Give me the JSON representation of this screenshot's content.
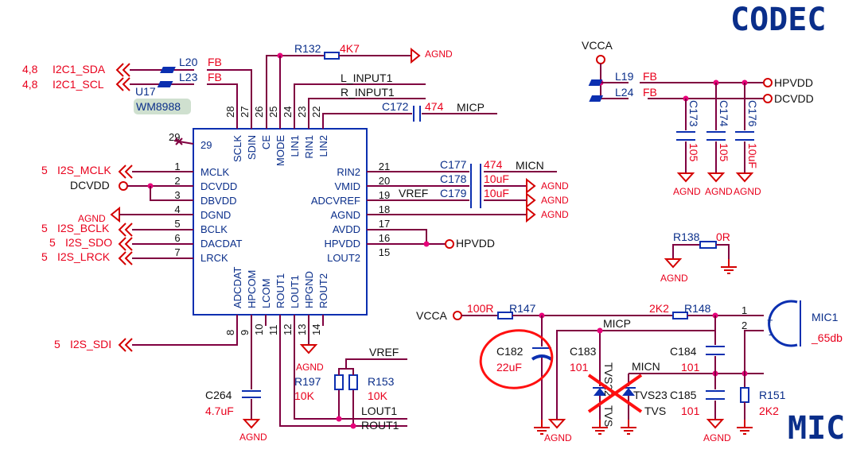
{
  "titles": {
    "codec": "CODEC",
    "mic": "MIC"
  },
  "chip": {
    "ref": "U17",
    "part": "WM8988",
    "left_pins": [
      {
        "num": "1",
        "name": "MCLK"
      },
      {
        "num": "2",
        "name": "DCVDD"
      },
      {
        "num": "3",
        "name": "DBVDD"
      },
      {
        "num": "4",
        "name": "DGND"
      },
      {
        "num": "5",
        "name": "BCLK"
      },
      {
        "num": "6",
        "name": "DACDAT"
      },
      {
        "num": "7",
        "name": "LRCK"
      }
    ],
    "right_pins": [
      {
        "num": "21",
        "name": "RIN2"
      },
      {
        "num": "20",
        "name": "VMID"
      },
      {
        "num": "19",
        "name": "ADCVREF"
      },
      {
        "num": "18",
        "name": "AGND"
      },
      {
        "num": "17",
        "name": "AVDD"
      },
      {
        "num": "16",
        "name": "HPVDD"
      },
      {
        "num": "15",
        "name": "LOUT2"
      }
    ],
    "top_pins": [
      {
        "num": "28",
        "name": "SCLK"
      },
      {
        "num": "27",
        "name": "SDIN"
      },
      {
        "num": "26",
        "name": "CE"
      },
      {
        "num": "25",
        "name": "MODE"
      },
      {
        "num": "24",
        "name": "LIN1"
      },
      {
        "num": "23",
        "name": "RIN1"
      },
      {
        "num": "22",
        "name": "LIN2"
      }
    ],
    "bottom_pins": [
      {
        "num": "8",
        "name": "ADCDAT"
      },
      {
        "num": "9",
        "name": "HPCOM"
      },
      {
        "num": "10",
        "name": "LCOM"
      },
      {
        "num": "11",
        "name": "ROUT1"
      },
      {
        "num": "12",
        "name": "LOUT1"
      },
      {
        "num": "13",
        "name": "HPGND"
      },
      {
        "num": "14",
        "name": "ROUT2"
      }
    ],
    "pin29": "29",
    "pin29_inner": "29"
  },
  "nets": {
    "i2c_sda": "I2C1_SDA",
    "i2c_sda_ref": "4,8",
    "i2c_scl": "I2C1_SCL",
    "i2c_scl_ref": "4,8",
    "mclk": "I2S_MCLK",
    "mclk_ref": "5",
    "dcvdd": "DCVDD",
    "agnd": "AGND",
    "bclk": "I2S_BCLK",
    "bclk_ref": "5",
    "sdo": "I2S_SDO",
    "sdo_ref": "5",
    "lrck": "I2S_LRCK",
    "lrck_ref": "5",
    "sdi": "I2S_SDI",
    "sdi_ref": "5",
    "l_input1": "L_INPUT1",
    "r_input1": "R_INPUT1",
    "micp": "MICP",
    "micn": "MICN",
    "vref": "VREF",
    "hpvdd": "HPVDD",
    "vcca": "VCCA",
    "lout1": "LOUT1",
    "rout1": "ROUT1"
  },
  "parts": {
    "l20": {
      "ref": "L20",
      "val": "FB"
    },
    "l23": {
      "ref": "L23",
      "val": "FB"
    },
    "r132": {
      "ref": "R132",
      "val": "4K7"
    },
    "c172": {
      "ref": "C172",
      "val": "474"
    },
    "c177": {
      "ref": "C177",
      "val": "474"
    },
    "c178": {
      "ref": "C178",
      "val": "10uF"
    },
    "c179": {
      "ref": "C179",
      "val": "10uF"
    },
    "c264": {
      "ref": "C264",
      "val": "4.7uF"
    },
    "r197": {
      "ref": "R197",
      "val": "10K"
    },
    "r153": {
      "ref": "R153",
      "val": "10K"
    },
    "r138": {
      "ref": "R138",
      "val": "0R"
    },
    "l19": {
      "ref": "L19",
      "val": "FB"
    },
    "l24": {
      "ref": "L24",
      "val": "FB"
    },
    "c173": {
      "ref": "C173",
      "val": "105"
    },
    "c174": {
      "ref": "C174",
      "val": "105"
    },
    "c176": {
      "ref": "C176",
      "val": "10uF"
    },
    "r147": {
      "ref": "R147",
      "val": "100R"
    },
    "r148": {
      "ref": "R148",
      "val": "2K2"
    },
    "c182": {
      "ref": "C182",
      "val": "22uF"
    },
    "c183": {
      "ref": "C183",
      "val": "101"
    },
    "c184": {
      "ref": "C184",
      "val": "101"
    },
    "c185": {
      "ref": "C185",
      "val": "101"
    },
    "r151": {
      "ref": "R151",
      "val": "2K2"
    },
    "tvs22": {
      "ref": "TVS22",
      "val": "TVS"
    },
    "tvs23": {
      "ref": "TVS23",
      "val": "TVS"
    },
    "mic1": {
      "ref": "MIC1",
      "val": "_65db",
      "pin1": "1",
      "pin2": "2",
      "plus": "+",
      "minus": "-"
    }
  },
  "colors": {
    "wire": "#800040",
    "net_label": "#e8001c",
    "ref": "#0a2e8a",
    "junction": "#e8007a",
    "annotation": "#e8001c"
  }
}
